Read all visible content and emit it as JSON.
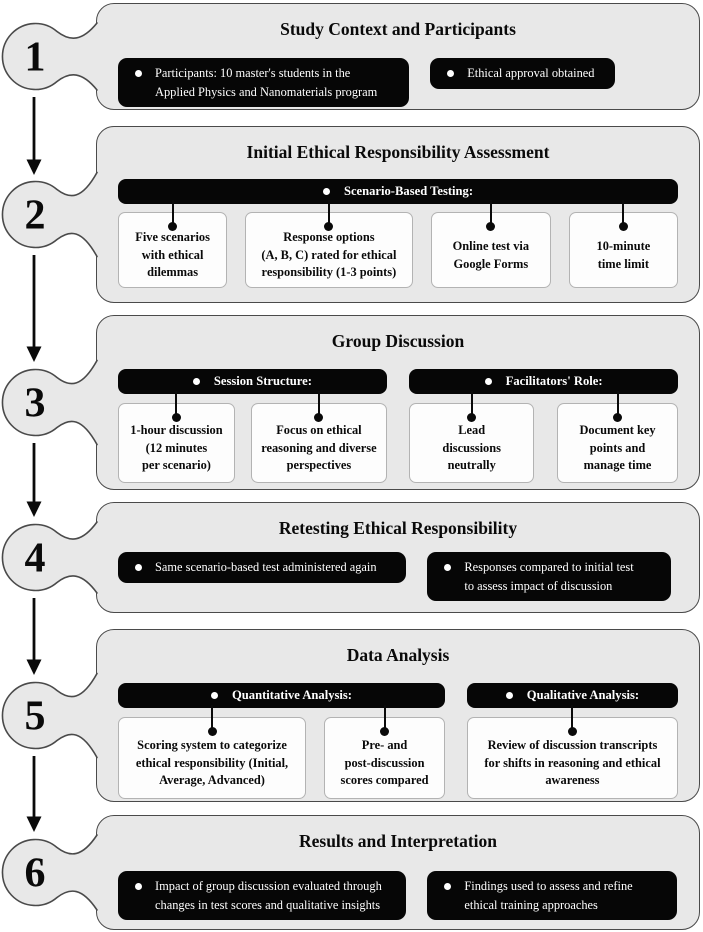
{
  "palette": {
    "panel_bg": "#e8e8e8",
    "panel_border": "#4a4a4a",
    "black_fill": "#060606",
    "white_box_bg": "#fdfdfd",
    "white_box_border": "#b3b3b3",
    "text_on_black": "#ffffff",
    "arrow_color": "#0a0a0a"
  },
  "rows": [
    {
      "num": "1",
      "title": "Study Context and Participants",
      "pills": [
        "Participants: 10 master's students in the\nApplied Physics and Nanomaterials program",
        "Ethical approval obtained"
      ]
    },
    {
      "num": "2",
      "title": "Initial Ethical Responsibility Assessment",
      "bar": "Scenario-Based Testing:",
      "boxes": [
        "Five scenarios\nwith ethical\ndilemmas",
        "Response options\n(A, B, C) rated for ethical\nresponsibility (1-3 points)",
        "Online test via\nGoogle Forms",
        "10-minute\ntime limit"
      ]
    },
    {
      "num": "3",
      "title": "Group Discussion",
      "groups": [
        {
          "bar": "Session Structure:",
          "boxes": [
            "1-hour discussion\n(12 minutes\nper scenario)",
            "Focus on ethical\nreasoning and diverse\nperspectives"
          ]
        },
        {
          "bar": "Facilitators' Role:",
          "boxes": [
            "Lead\ndiscussions\nneutrally",
            "Document key\npoints and\nmanage time"
          ]
        }
      ]
    },
    {
      "num": "4",
      "title": "Retesting Ethical Responsibility",
      "pills": [
        "Same scenario-based test administered again",
        "Responses compared to initial test\nto assess impact of discussion"
      ]
    },
    {
      "num": "5",
      "title": "Data Analysis",
      "groups": [
        {
          "bar": "Quantitative Analysis:",
          "boxes": [
            "Scoring system to categorize\nethical responsibility (Initial,\nAverage, Advanced)",
            "Pre- and\npost-discussion\nscores compared"
          ]
        },
        {
          "bar": "Qualitative Analysis:",
          "boxes": [
            "Review of discussion transcripts\nfor shifts in reasoning and ethical\nawareness"
          ]
        }
      ]
    },
    {
      "num": "6",
      "title": "Results and Interpretation",
      "pills": [
        "Impact of group discussion evaluated through\nchanges in test scores and qualitative insights",
        "Findings used to assess and refine\nethical training approaches"
      ]
    }
  ]
}
